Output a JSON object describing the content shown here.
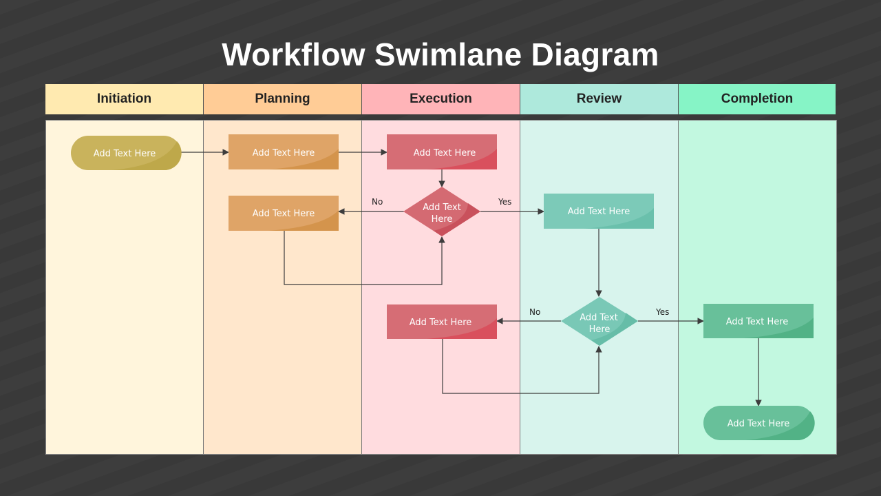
{
  "title": "Workflow Swimlane Diagram",
  "lanes": [
    {
      "label": "Initiation",
      "header_color": "#ffeab0",
      "body_color": "#fff5dc"
    },
    {
      "label": "Planning",
      "header_color": "#ffcc96",
      "body_color": "#ffe7cc"
    },
    {
      "label": "Execution",
      "header_color": "#ffb4b8",
      "body_color": "#ffdcdf"
    },
    {
      "label": "Review",
      "header_color": "#aee9dc",
      "body_color": "#d8f4ed"
    },
    {
      "label": "Completion",
      "header_color": "#86f4c6",
      "body_color": "#c2f8e0"
    }
  ],
  "nodes": {
    "start": {
      "text": "Add Text Here",
      "type": "terminator",
      "lane": "Initiation",
      "color": "#c9b35c",
      "shade": "#bea84a"
    },
    "plan1": {
      "text": "Add Text Here",
      "type": "process",
      "lane": "Planning",
      "color": "#dfa467",
      "shade": "#d4944c"
    },
    "plan2": {
      "text": "Add Text Here",
      "type": "process",
      "lane": "Planning",
      "color": "#dfa467",
      "shade": "#d4944c"
    },
    "exec1": {
      "text": "Add Text Here",
      "type": "process",
      "lane": "Execution",
      "color": "#d66d75",
      "shade": "#d9505d"
    },
    "decision1": {
      "text_line1": "Add Text",
      "text_line2": "Here",
      "type": "decision",
      "lane": "Execution",
      "color": "#d46a72",
      "shade": "#c9515c"
    },
    "exec2": {
      "text": "Add Text Here",
      "type": "process",
      "lane": "Execution",
      "color": "#d66d75",
      "shade": "#d9505d"
    },
    "review1": {
      "text": "Add Text Here",
      "type": "process",
      "lane": "Review",
      "color": "#7ccab8",
      "shade": "#6ac0ac"
    },
    "decision2": {
      "text_line1": "Add Text",
      "text_line2": "Here",
      "type": "decision",
      "lane": "Review",
      "color": "#79c8b6",
      "shade": "#66bda8"
    },
    "complete1": {
      "text": "Add Text Here",
      "type": "process",
      "lane": "Completion",
      "color": "#68c09a",
      "shade": "#52b286"
    },
    "end": {
      "text": "Add Text Here",
      "type": "terminator",
      "lane": "Completion",
      "color": "#68c09a",
      "shade": "#52b286"
    }
  },
  "edge_labels": {
    "decision1_no": "No",
    "decision1_yes": "Yes",
    "decision2_no": "No",
    "decision2_yes": "Yes"
  },
  "line_color": "#3d3d3d"
}
